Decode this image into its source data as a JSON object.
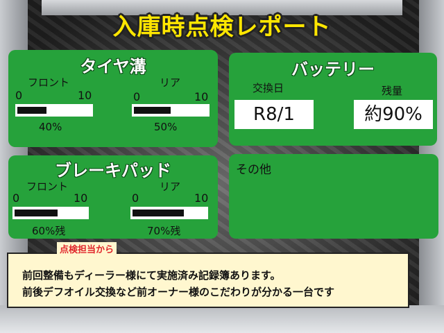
{
  "title": "入庫時点検レポート",
  "tire": {
    "title": "タイヤ溝",
    "front": {
      "label": "フロント",
      "min": "0",
      "max": "10",
      "value": 40,
      "display": "40%"
    },
    "rear": {
      "label": "リア",
      "min": "0",
      "max": "10",
      "value": 50,
      "display": "50%"
    }
  },
  "battery": {
    "title": "バッテリー",
    "exchange_label": "交換日",
    "exchange_value": "R8/1",
    "remaining_label": "残量",
    "remaining_value": "約90%"
  },
  "brake": {
    "title": "ブレーキパッド",
    "front": {
      "label": "フロント",
      "min": "0",
      "max": "10",
      "value": 60,
      "display": "60%残"
    },
    "rear": {
      "label": "リア",
      "min": "0",
      "max": "10",
      "value": 70,
      "display": "70%残"
    }
  },
  "other": {
    "title": "その他"
  },
  "comment": {
    "person_label": "点検担当から",
    "line1": "前回整備もディーラー様にて実施済み記録簿あります。",
    "line2": "前後デフオイル交換など前オーナー様のこだわりが分かる一台です"
  },
  "colors": {
    "panel": "#26a23b",
    "title": "#ffe600",
    "accent": "#e0262b"
  }
}
